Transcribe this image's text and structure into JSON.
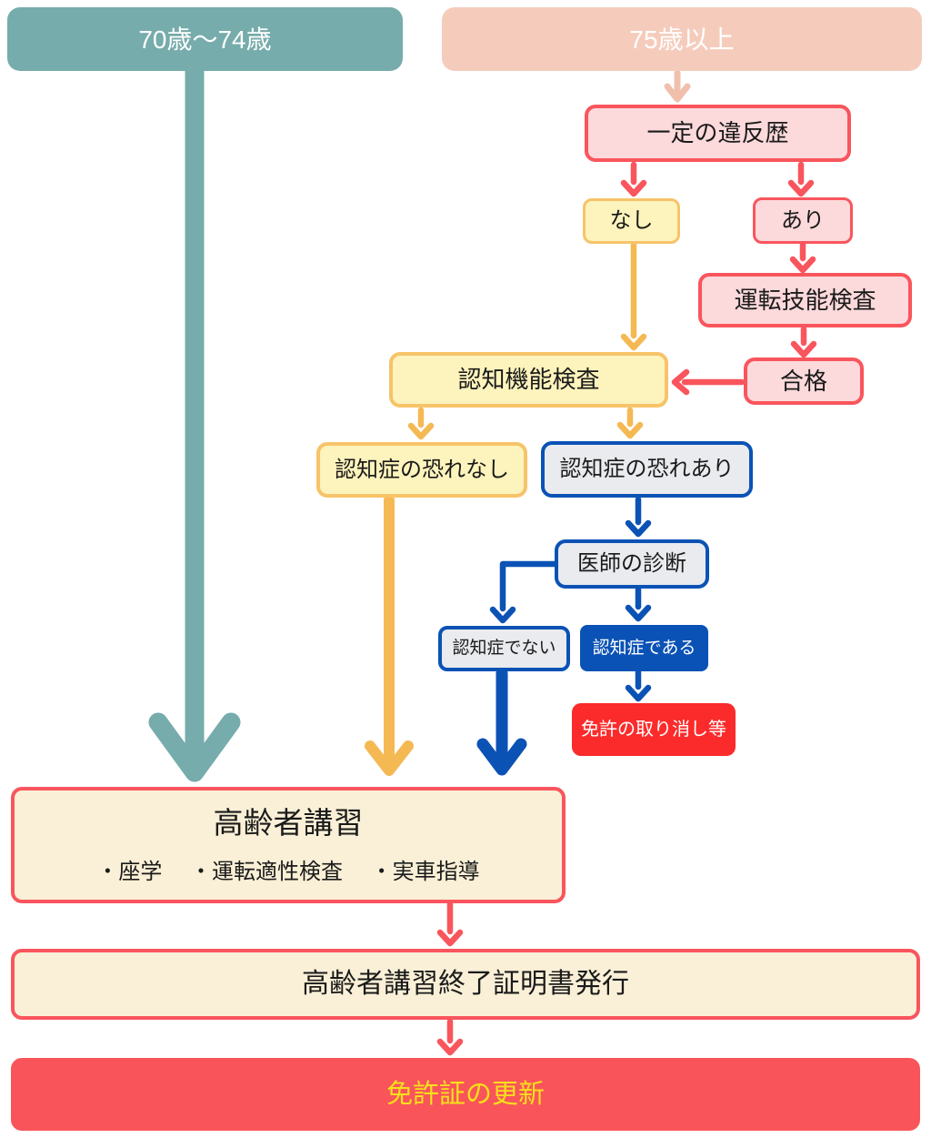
{
  "flow": {
    "age_70_74": "70歳〜74歳",
    "age_75_plus": "75歳以上",
    "violation_history": "一定の違反歴",
    "violation_none": "なし",
    "violation_yes": "あり",
    "driving_skill_test": "運転技能検査",
    "pass": "合格",
    "cognitive_test": "認知機能検査",
    "no_dementia_risk": "認知症の恐れなし",
    "dementia_risk": "認知症の恐れあり",
    "doctor_diagnosis": "医師の診断",
    "not_dementia": "認知症でない",
    "is_dementia": "認知症である",
    "license_revocation": "免許の取り消し等",
    "senior_course_title": "高齢者講習",
    "senior_course_items": "・座学　 ・運転適性検査　 ・実車指導",
    "certificate": "高齢者講習終了証明書発行",
    "license_renewal": "免許証の更新"
  },
  "colors": {
    "teal": "#76ACAB",
    "salmon_header": "#F5CCBC",
    "salmon_arrow": "#F0C0AD",
    "red_stroke": "#F9555D",
    "pink_fill": "#FCD9DB",
    "yellow_fill": "#FDF3BC",
    "orange_stroke": "#F7C369",
    "orange_arrow": "#F5B953",
    "cream_fill": "#FAF0D7",
    "gray_fill": "#E9EBEE",
    "blue": "#0B52B5",
    "bright_red_fill": "#FB2B2B",
    "renewal_bg": "#F9545A",
    "renewal_text": "#F6E01A"
  }
}
